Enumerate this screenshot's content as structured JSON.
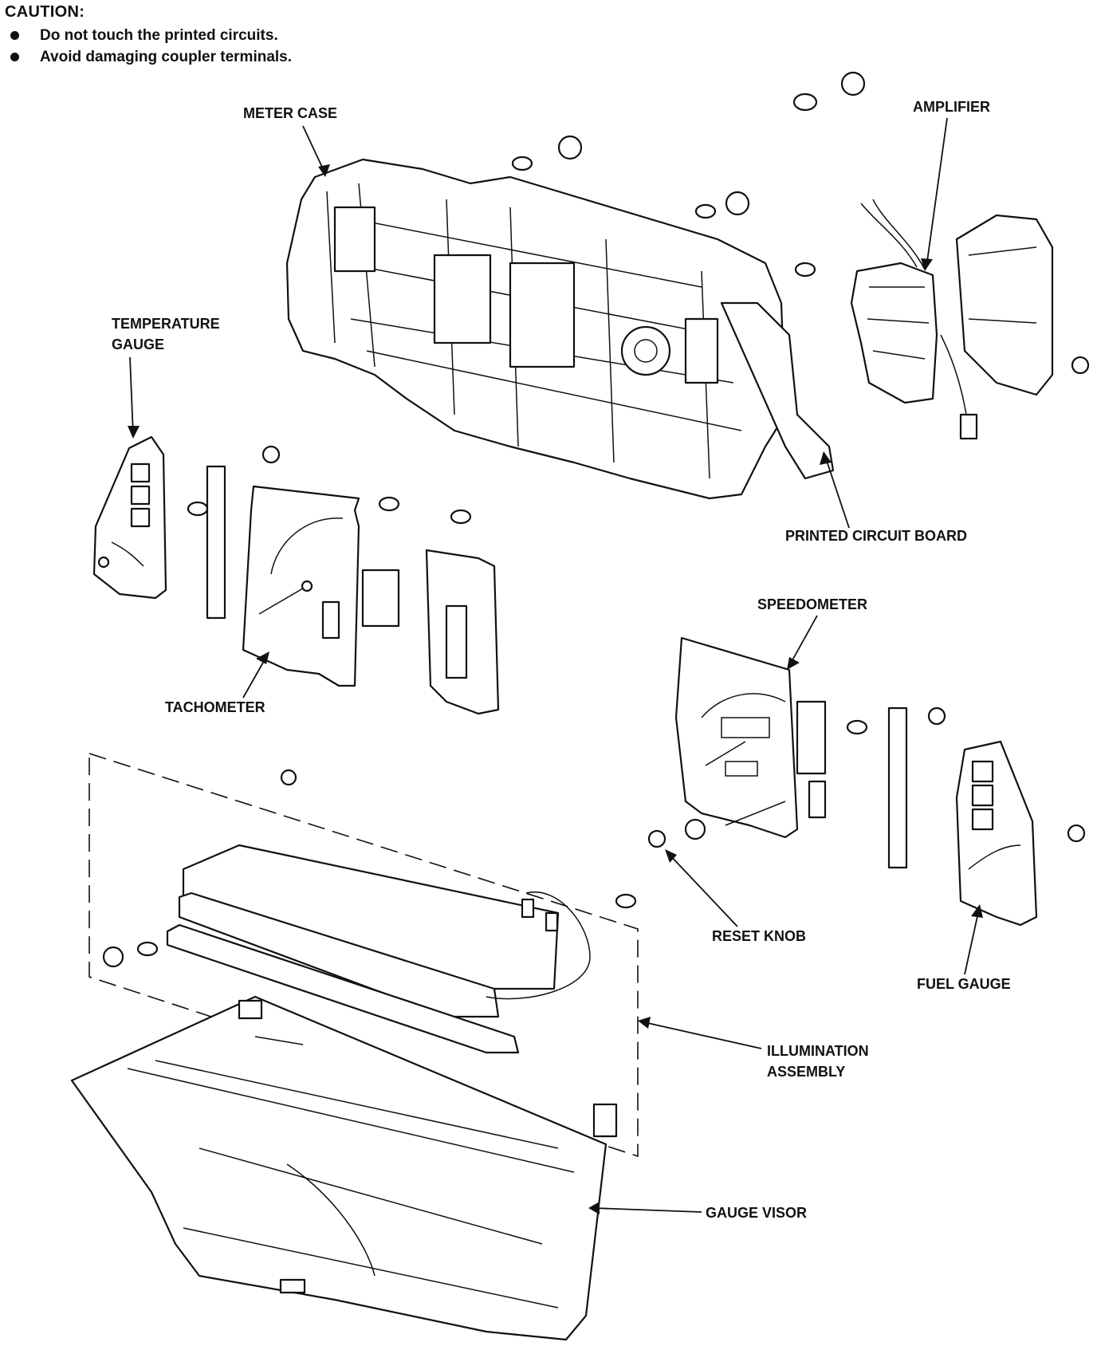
{
  "caution": {
    "title": "CAUTION:",
    "items": [
      "Do not touch the printed circuits.",
      "Avoid damaging coupler terminals."
    ]
  },
  "labels": {
    "meter_case": "METER CASE",
    "amplifier": "AMPLIFIER",
    "temperature_gauge_line1": "TEMPERATURE",
    "temperature_gauge_line2": "GAUGE",
    "printed_circuit_board": "PRINTED CIRCUIT BOARD",
    "speedometer": "SPEEDOMETER",
    "tachometer": "TACHOMETER",
    "reset_knob": "RESET KNOB",
    "fuel_gauge": "FUEL GAUGE",
    "illumination_line1": "ILLUMINATION",
    "illumination_line2": "ASSEMBLY",
    "gauge_visor": "GAUGE VISOR"
  }
}
